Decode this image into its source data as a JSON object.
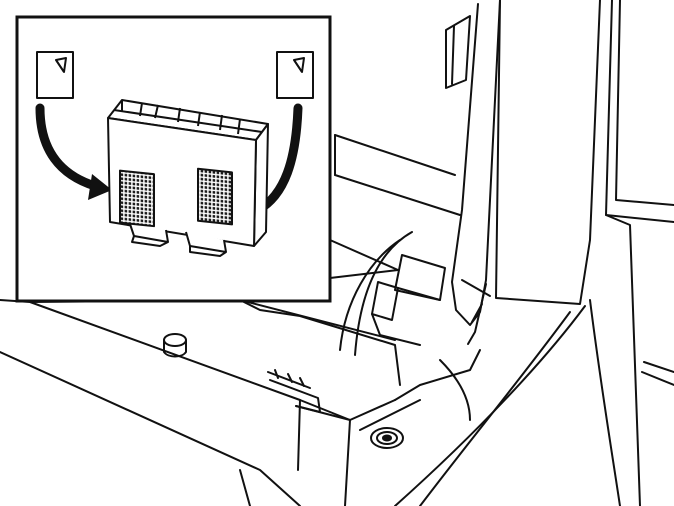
{
  "diagram": {
    "style": "black line-art illustration on white",
    "colors": {
      "line": "#111111",
      "background": "#ffffff",
      "pad_fill": "#1a1a1a"
    },
    "inset": {
      "parts": [
        "adhesive-pad-left",
        "adhesive-pad-right",
        "connector-module"
      ],
      "arrows": [
        "arrow-to-left-contact",
        "arrow-to-right-contact"
      ]
    },
    "icons": [
      "sticker-icon",
      "curved-arrow-icon",
      "contact-pad-icon"
    ]
  }
}
